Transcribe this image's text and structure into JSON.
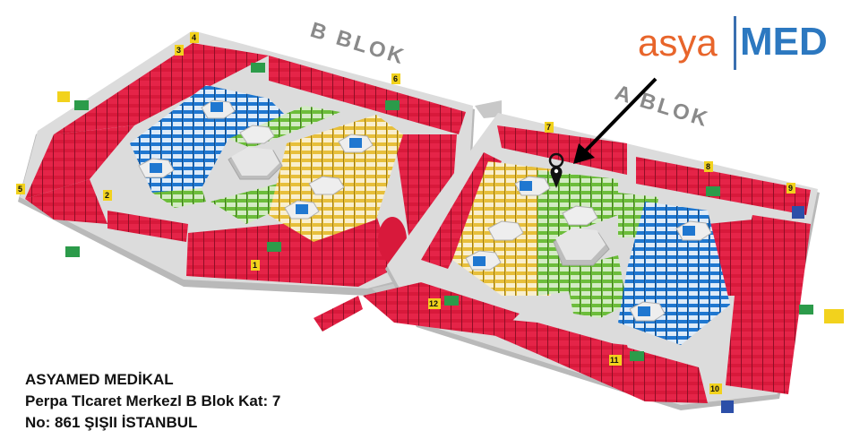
{
  "logo": {
    "part1": "asya",
    "part2": "MED",
    "color_part1": "#e8652b",
    "color_part2": "#2c78c0"
  },
  "blocks": {
    "b_label": "B BLOK",
    "a_label": "A BLOK"
  },
  "gate_numbers": [
    "1",
    "2",
    "3",
    "4",
    "5",
    "6",
    "7",
    "8",
    "9",
    "10",
    "11",
    "12"
  ],
  "address": {
    "line1": "ASYAMED MEDİKAL",
    "line2": "Perpa Tlcaret Merkezl B Blok Kat: 7",
    "line3": "No: 861 ŞIŞlI İSTANBUL"
  },
  "colors": {
    "shop_red": "#d8193b",
    "shop_blue": "#1f77d0",
    "shop_green": "#6cbd3a",
    "shop_yellow": "#e7bf3a",
    "floor_gray": "#d9d9d9",
    "wall_gray": "#b9b9b9"
  },
  "icons": [
    "map-pin-icon",
    "arrow-icon",
    "exit-sign-icon",
    "restroom-icon",
    "elevator-icon",
    "stairs-icon"
  ]
}
